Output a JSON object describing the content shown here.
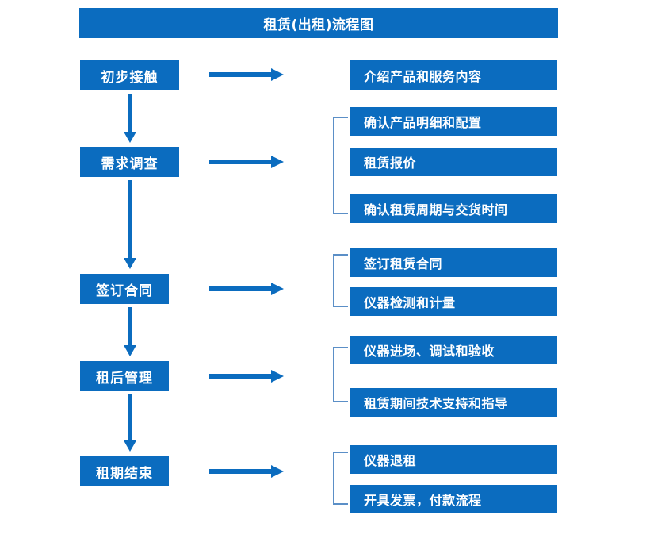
{
  "chart_data": {
    "type": "diagram",
    "title": "租赁(出租)流程图",
    "diagram_kind": "flowchart",
    "orientation": "vertical-with-side-details",
    "accent_color": "#0b6cbf",
    "bracket_color": "#5b8fc7",
    "text_color": "#ffffff",
    "background_color": "#ffffff",
    "stages": [
      {
        "id": "stage-1",
        "label": "初步接触",
        "details": [
          "介绍产品和服务内容"
        ],
        "bracketed": false
      },
      {
        "id": "stage-2",
        "label": "需求调查",
        "details": [
          "确认产品明细和配置",
          "租赁报价",
          "确认租赁周期与交货时间"
        ],
        "bracketed": true
      },
      {
        "id": "stage-3",
        "label": "签订合同",
        "details": [
          "签订租赁合同",
          "仪器检测和计量"
        ],
        "bracketed": true
      },
      {
        "id": "stage-4",
        "label": "租后管理",
        "details": [
          "仪器进场、调试和验收",
          "租赁期间技术支持和指导"
        ],
        "bracketed": true
      },
      {
        "id": "stage-5",
        "label": "租期结束",
        "details": [
          "仪器退租",
          "开具发票，付款流程"
        ],
        "bracketed": true
      }
    ]
  },
  "header": {
    "title": "租赁(出租)流程图"
  },
  "stages": {
    "s1": {
      "label": "初步接触"
    },
    "s2": {
      "label": "需求调查"
    },
    "s3": {
      "label": "签订合同"
    },
    "s4": {
      "label": "租后管理"
    },
    "s5": {
      "label": "租期结束"
    }
  },
  "details": {
    "d1_1": "介绍产品和服务内容",
    "d2_1": "确认产品明细和配置",
    "d2_2": "租赁报价",
    "d2_3": "确认租赁周期与交货时间",
    "d3_1": "签订租赁合同",
    "d3_2": "仪器检测和计量",
    "d4_1": "仪器进场、调试和验收",
    "d4_2": "租赁期间技术支持和指导",
    "d5_1": "仪器退租",
    "d5_2": "开具发票，付款流程"
  }
}
